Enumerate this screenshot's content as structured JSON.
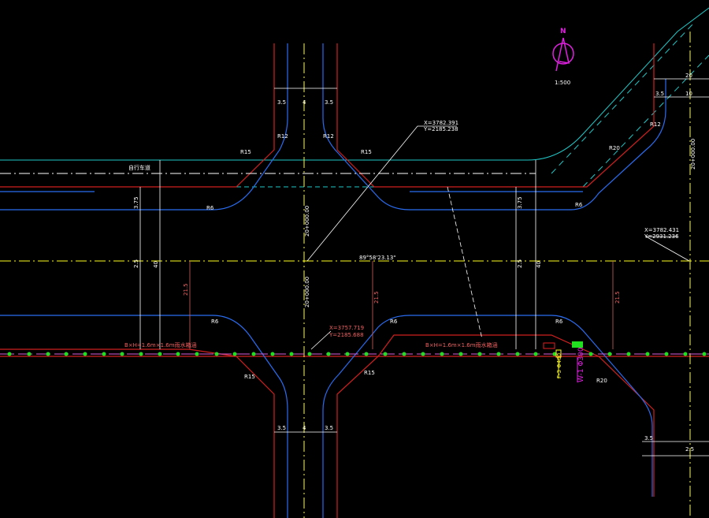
{
  "north_label": "N",
  "scale": "1:500",
  "colors": {
    "road_edge": "#d02020",
    "lane": "#2a6cf0",
    "sidewalk": "#20c8c8",
    "centerline": "#ffff20",
    "pipe": "#e060e0",
    "node": "#20e020"
  },
  "labels": {
    "bike_lane": "自行车道",
    "bearing": "89°58'23.13\"",
    "coord1": {
      "x": "X=3782.391",
      "y": "Y=2185.238"
    },
    "coord2": {
      "x": "X=3757.719",
      "y": "Y=2185.688"
    },
    "coord3": {
      "x": "X=3782.431",
      "y": "Y=2931.236"
    },
    "culvert_left": "B×H=1.6m×1.6m雨水箱涵",
    "culvert_right": "B×H=1.6m×1.6m雨水箱涵",
    "station1": "20+000.00",
    "station2": "20+000.00",
    "station3": "20+000.00",
    "dims": {
      "w35": "3.5",
      "w4": "4",
      "w20": "20",
      "w10": "10",
      "w215": "21.5",
      "w25": "2.5",
      "w375": "3.75",
      "w40": "40",
      "r6": "R6",
      "r15": "R15",
      "r20": "R20",
      "r12": "R12"
    },
    "pipe_tag_yellow": "F-3 Φ400",
    "pipe_tag_magenta": "W-1 Φ300"
  }
}
